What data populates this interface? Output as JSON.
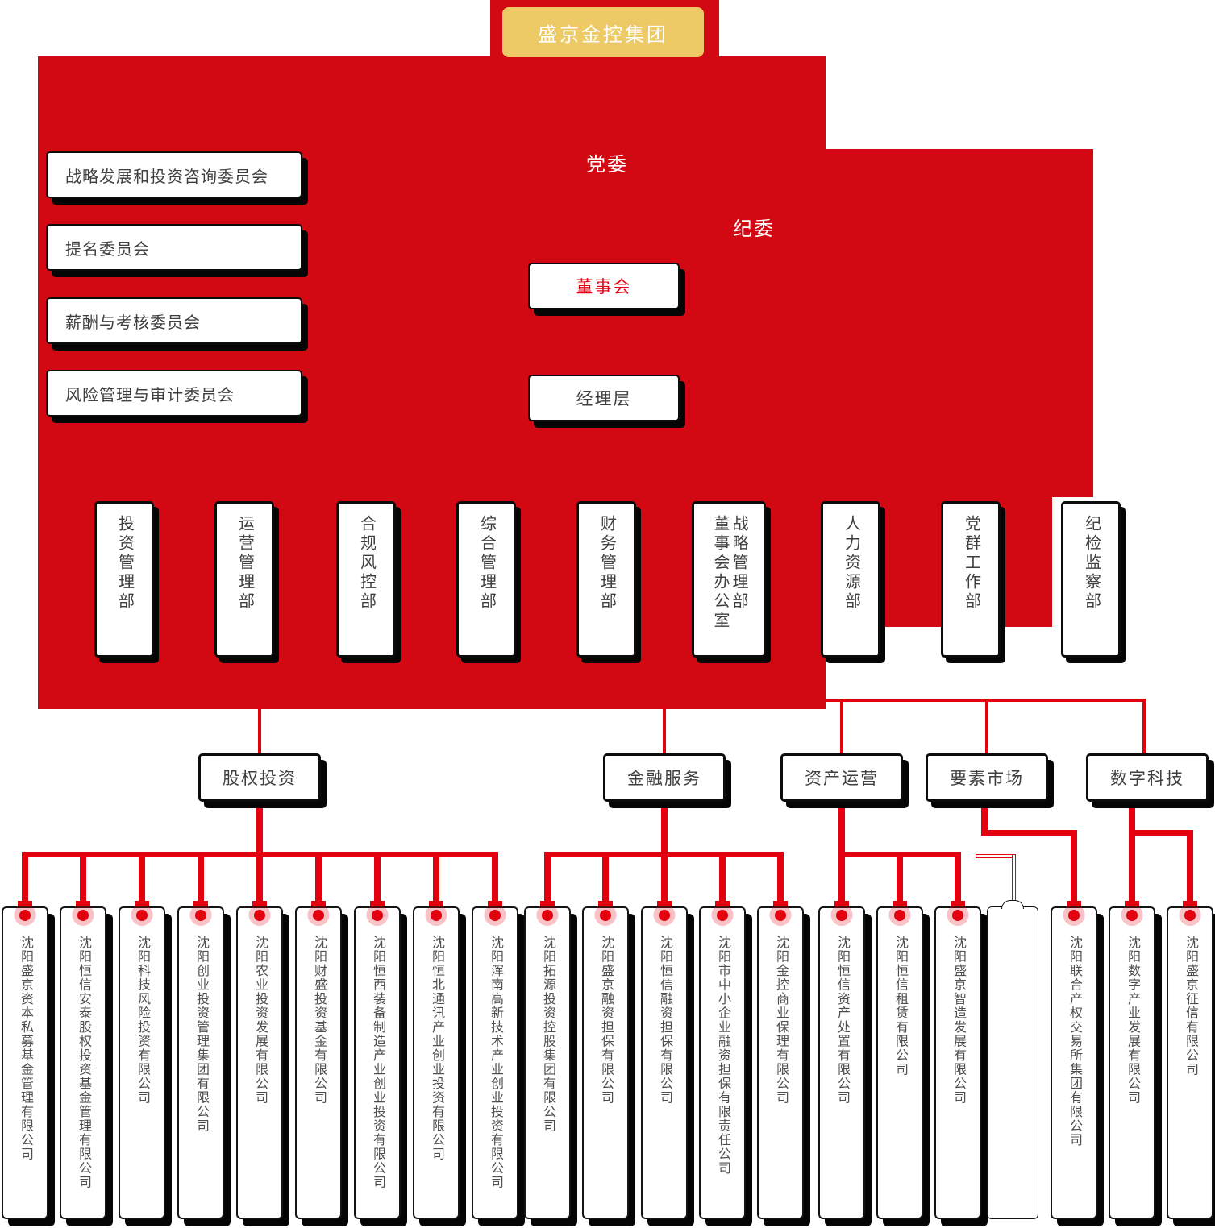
{
  "title": {
    "text": "盛京金控集团"
  },
  "overlay_labels": {
    "party_committee": "党委",
    "discipline_committee": "纪委"
  },
  "committees": {
    "items": [
      "战略发展和投资咨询委员会",
      "提名委员会",
      "薪酬与考核委员会",
      "风险管理与审计委员会"
    ]
  },
  "governance": {
    "board": "董事会",
    "management_layer": "经理层"
  },
  "departments": {
    "items": [
      "投资管理部",
      "运营管理部",
      "合规风控部",
      "综合管理部",
      "财务管理部",
      "战略管理部\n董事会办公室",
      "人力资源部",
      "党群工作部",
      "纪检监察部"
    ]
  },
  "business_segments": {
    "items": [
      "股权投资",
      "金融服务",
      "资产运营",
      "要素市场",
      "数字科技"
    ]
  },
  "subsidiaries": {
    "equity_investment": [
      "沈阳盛京资本私募基金管理有限公司",
      "沈阳恒信安泰股权投资基金管理有限公司",
      "沈阳科技风险投资有限公司",
      "沈阳创业投资管理集团有限公司",
      "沈阳农业投资发展有限公司",
      "沈阳财盛投资基金有限公司",
      "沈阳恒西装备制造产业创业投资有限公司",
      "沈阳恒北通讯产业创业投资有限公司",
      "沈阳浑南高新技术产业创业投资有限公司"
    ],
    "financial_services": [
      "沈阳拓源投资控股集团有限公司",
      "沈阳盛京融资担保有限公司",
      "沈阳恒信融资担保有限公司",
      "沈阳市中小企业融资担保有限责任公司",
      "沈阳金控商业保理有限公司"
    ],
    "asset_operation": [
      "沈阳恒信资产处置有限公司",
      "沈阳恒信租赁有限公司",
      "沈阳盛京智造发展有限公司"
    ],
    "factor_market": [
      "沈阳联合产权交易所集团有限公司"
    ],
    "digital_technology": [
      "沈阳数字产业发展有限公司",
      "沈阳盛京征信有限公司"
    ]
  },
  "colors": {
    "primary_red": "#d20812",
    "connector_red": "#e3000f",
    "gold": "#eeca67",
    "board_text_red": "#e60012"
  }
}
